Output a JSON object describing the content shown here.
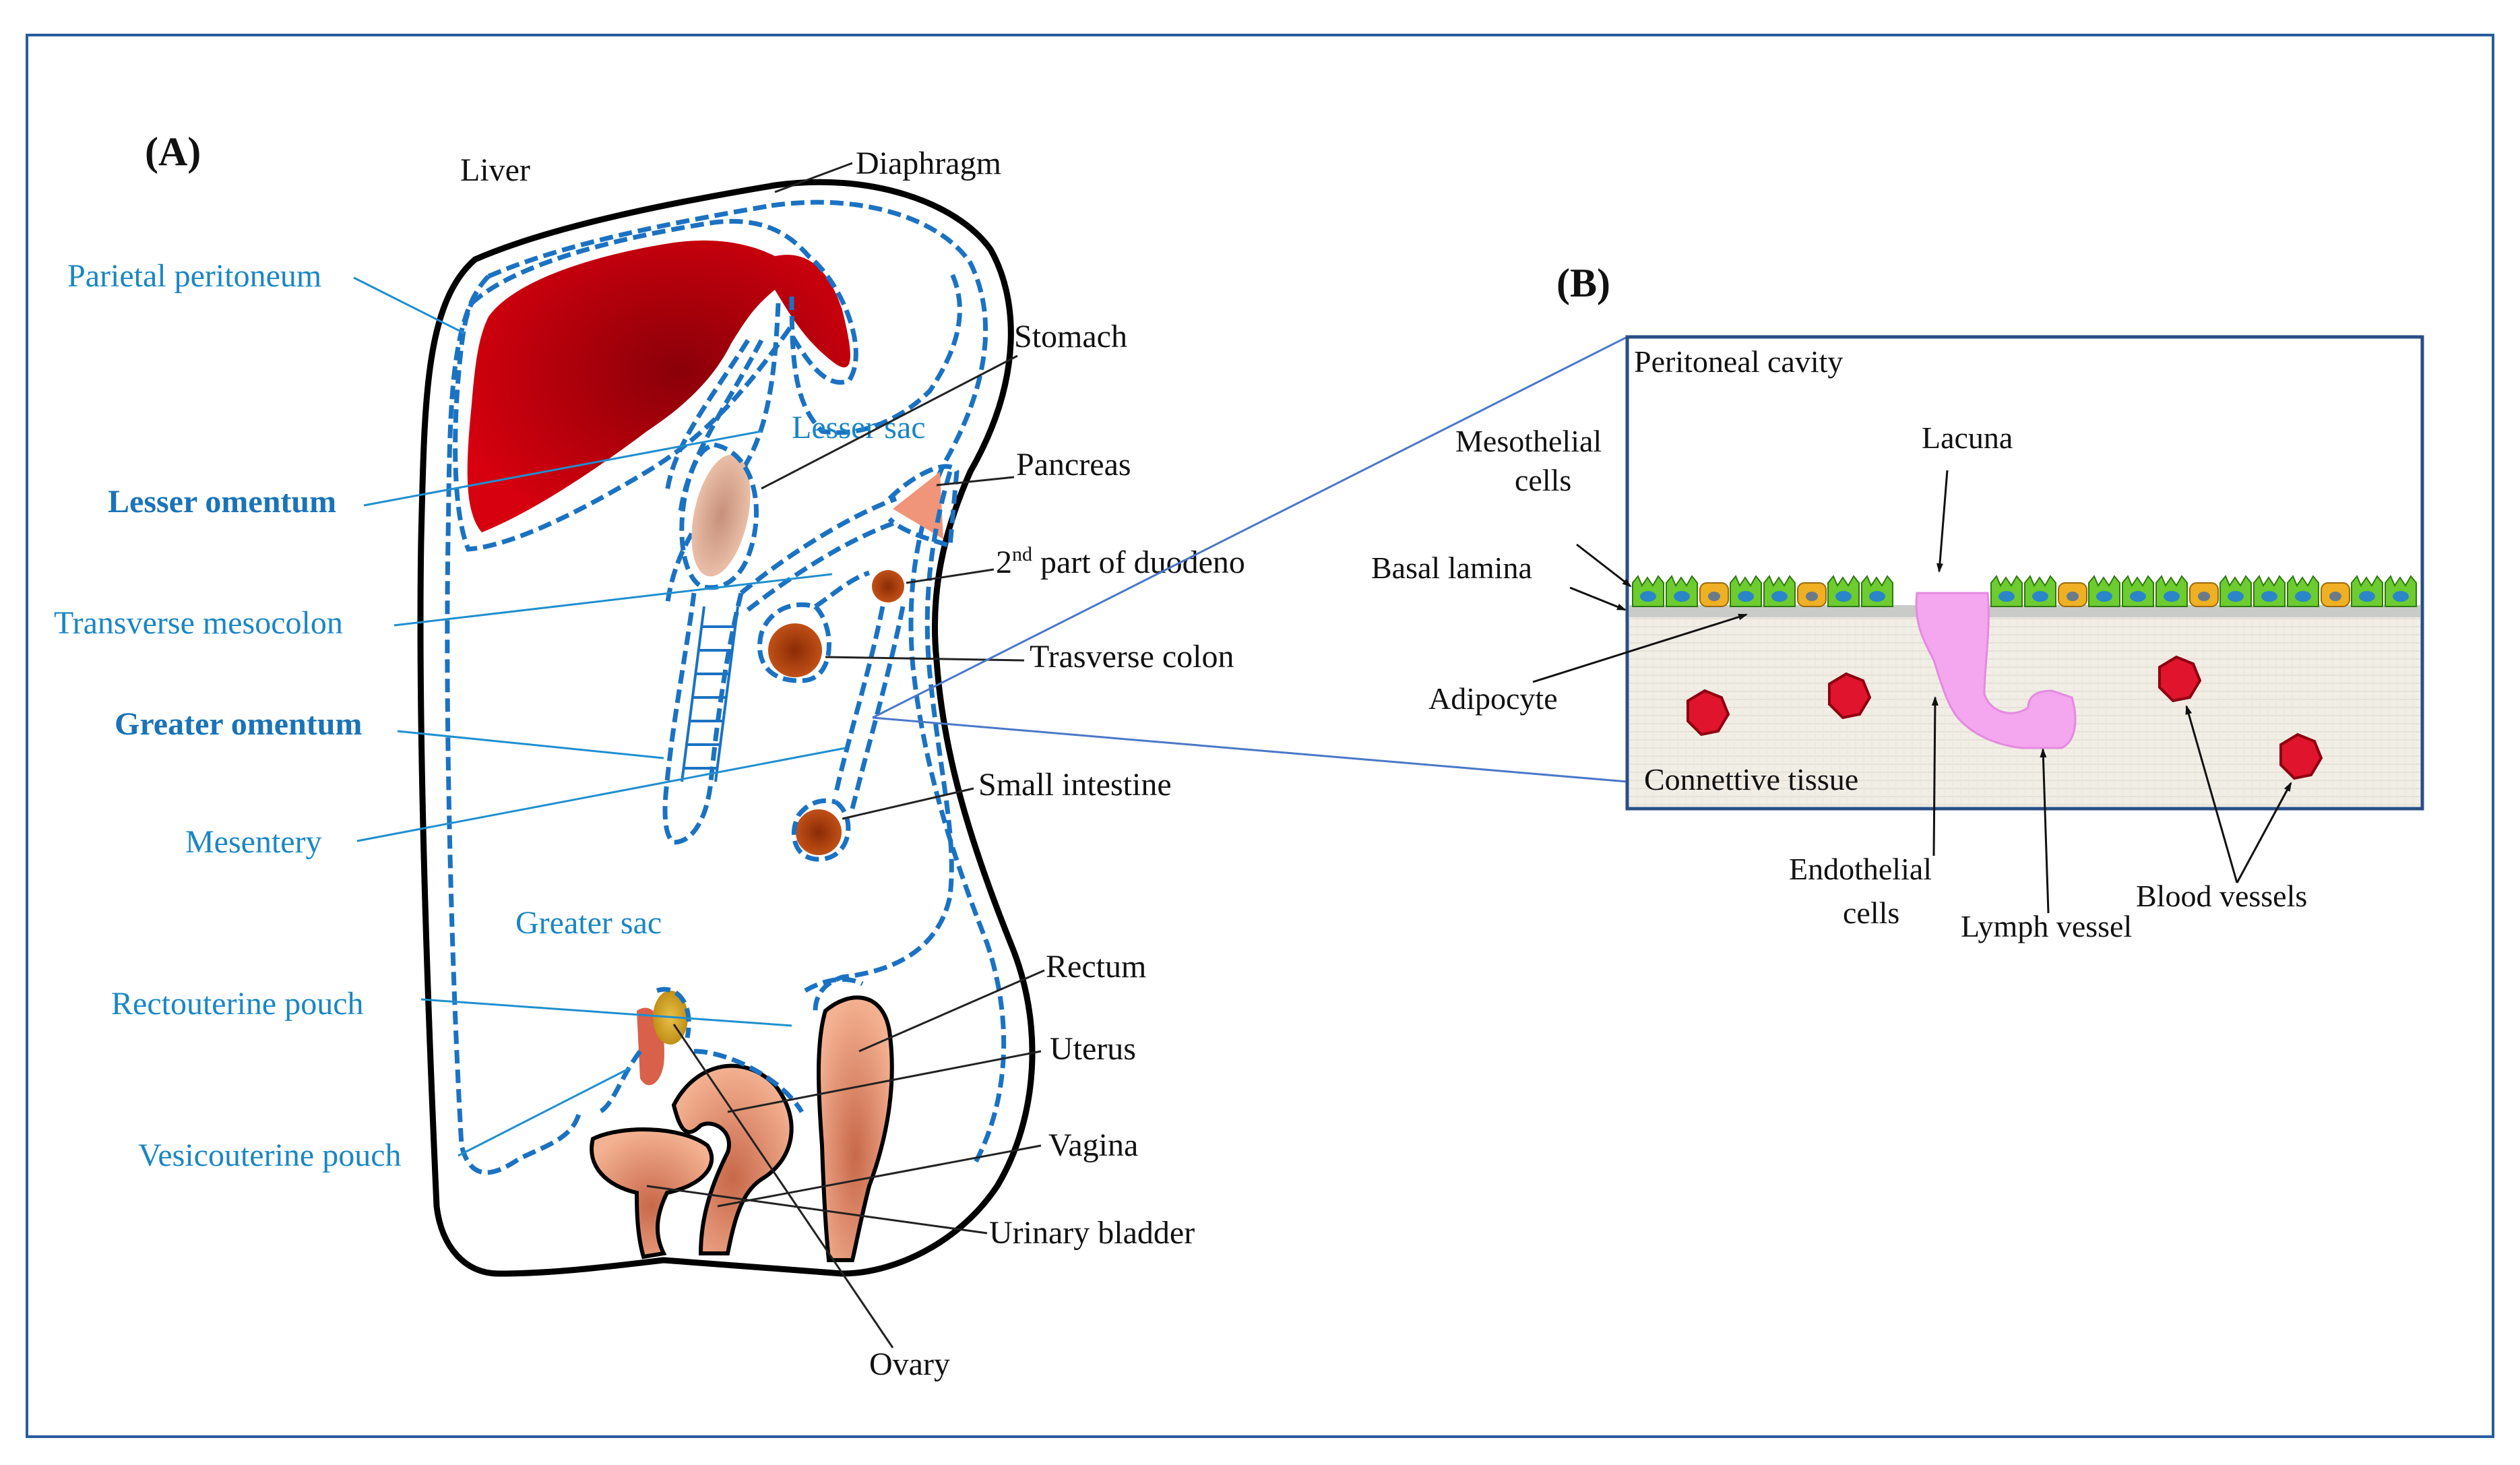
{
  "panel_a": {
    "title": "(A)",
    "labels": {
      "liver": "Liver",
      "diaphragm": "Diaphragm",
      "parietal_peritoneum": "Parietal peritoneum",
      "stomach": "Stomach",
      "lesser_sac": "Lesser sac",
      "lesser_omentum": "Lesser omentum",
      "pancreas": "Pancreas",
      "duodeno_prefix": "2",
      "duodeno_sup": "nd",
      "duodeno_suffix": " part of duodeno",
      "transverse_mesocolon": "Transverse  mesocolon",
      "trasverse_colon": "Trasverse  colon",
      "greater_omentum": "Greater omentum",
      "mesentery": "Mesentery",
      "small_intestine": "Small intestine",
      "greater_sac": "Greater sac",
      "rectum": "Rectum",
      "rectouterine_pouch": "Rectouterine pouch",
      "uterus": "Uterus",
      "vesicouterine_pouch": "Vesicouterine pouch",
      "vagina": "Vagina",
      "urinary_bladder": "Urinary bladder",
      "ovary": "Ovary"
    }
  },
  "panel_b": {
    "title": "(B)",
    "labels": {
      "peritoneal_cavity": "Peritoneal cavity",
      "mesothelial_line1": "Mesothelial",
      "mesothelial_line2": "cells",
      "lacuna": "Lacuna",
      "basal_lamina": "Basal lamina",
      "adipocyte": "Adipocyte",
      "connettive_tissue": "Connettive tissue",
      "endothelial_line1": "Endothelial",
      "endothelial_line2": "cells",
      "lymph_vessel": "Lymph vessel",
      "blood_vessels": "Blood vessels"
    }
  },
  "colors": {
    "peritoneum_blue": "#1b72c2",
    "label_blue": "#1a86c4",
    "liver_red": "#c4000d",
    "organ_brown": "#b3410e",
    "organ_peach": "#e8997a",
    "ovary_yellow": "#e0b21e",
    "mesothelial_green": "#6dcc2f",
    "adipocyte_orange": "#f0b024",
    "lymph_pink": "#f4a6ee",
    "blood_red": "#e0142c",
    "frame_blue": "#2a5c9e"
  }
}
